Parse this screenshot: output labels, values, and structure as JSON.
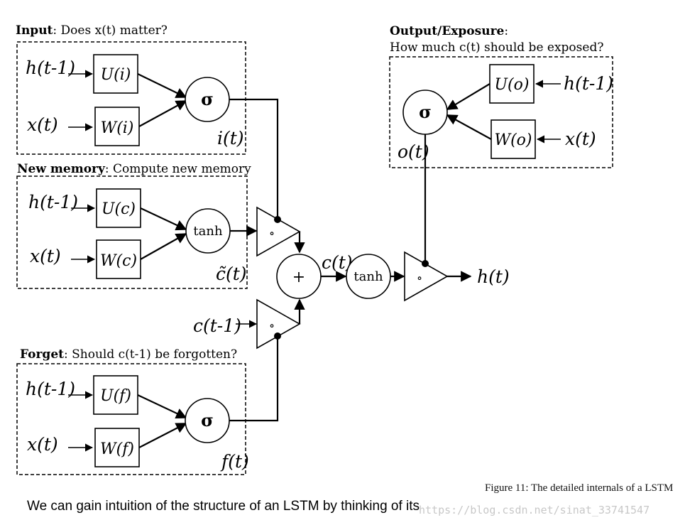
{
  "input_section": {
    "heading_bold": "Input",
    "heading_rest": ": Does x(t) matter?",
    "h_in": "h(t-1)",
    "x_in": "x(t)",
    "u_weight": "U(i)",
    "w_weight": "W(i)",
    "gate_op": "σ",
    "gate_out": "i(t)"
  },
  "memory_section": {
    "heading_bold": "New memory",
    "heading_rest": ": Compute new memory",
    "h_in": "h(t-1)",
    "x_in": "x(t)",
    "u_weight": "U(c)",
    "w_weight": "W(c)",
    "gate_op": "tanh",
    "gate_out": "c̃(t)"
  },
  "forget_section": {
    "heading_bold": "Forget",
    "heading_rest": ": Should c(t-1) be forgotten?",
    "h_in": "h(t-1)",
    "x_in": "x(t)",
    "u_weight": "U(f)",
    "w_weight": "W(f)",
    "gate_op": "σ",
    "gate_out": "f(t)"
  },
  "output_section": {
    "heading_bold": "Output/Exposure",
    "heading_rest": ":",
    "heading_line2": "How much c(t) should be exposed?",
    "h_in": "h(t-1)",
    "x_in": "x(t)",
    "u_weight": "U(o)",
    "w_weight": "W(o)",
    "gate_op": "σ",
    "gate_out": "o(t)"
  },
  "core": {
    "prev_cell": "c(t-1)",
    "mult_symbol": "∘",
    "sum_symbol": "+",
    "cell_state": "c(t)",
    "tanh": "tanh",
    "hidden_out": "h(t)"
  },
  "caption": "Figure 11: The detailed internals of a LSTM",
  "body_text": "We can gain intuition of the structure of an LSTM by thinking of its",
  "watermark": "https://blog.csdn.net/sinat_33741547"
}
